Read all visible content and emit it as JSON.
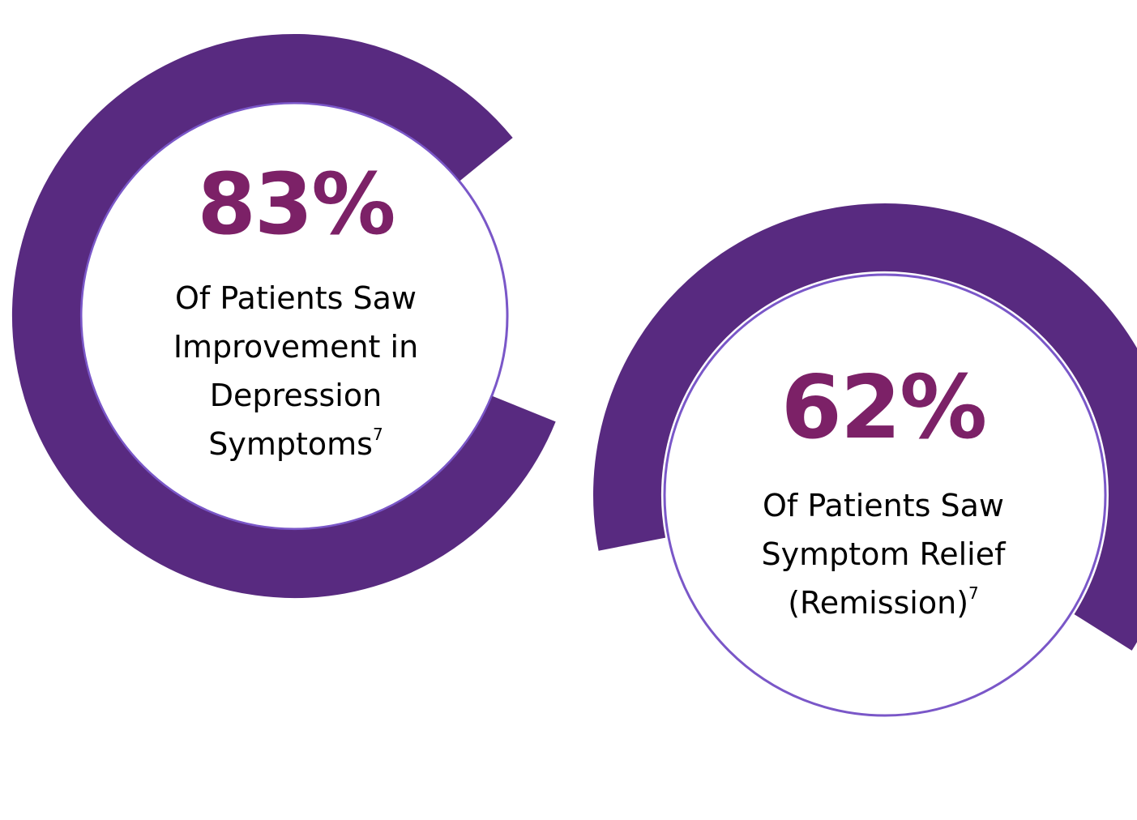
{
  "colors": {
    "ring": "#582a80",
    "inner_ring": "#7a57c8",
    "value_text": "#7c2167",
    "caption_text": "#000000"
  },
  "stats": [
    {
      "value": "83%",
      "fill_fraction": 0.83,
      "caption_lines": [
        "Of Patients Saw",
        "Improvement in",
        "Depression",
        "Symptoms"
      ],
      "footnote": "7"
    },
    {
      "value": "62%",
      "fill_fraction": 0.62,
      "caption_lines": [
        "Of Patients Saw",
        "Symptom Relief",
        "(Remission)"
      ],
      "footnote": "7"
    }
  ]
}
